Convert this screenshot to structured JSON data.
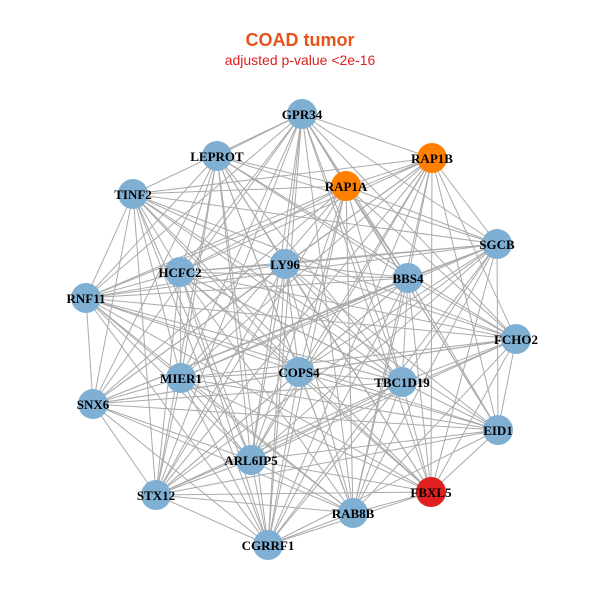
{
  "title": "COAD tumor",
  "subtitle": "adjusted p-value <2e-16",
  "colors": {
    "title": "#e8521a",
    "subtitle": "#e0201c",
    "edge": "#aaaaaa",
    "node_default": "#7fb0d4",
    "node_orange": "#ff8000",
    "node_red": "#e02020"
  },
  "nodes": [
    {
      "id": "GPR34",
      "color": "node_default"
    },
    {
      "id": "RAP1B",
      "color": "node_orange"
    },
    {
      "id": "LEPROT",
      "color": "node_default"
    },
    {
      "id": "RAP1A",
      "color": "node_orange"
    },
    {
      "id": "TINF2",
      "color": "node_default"
    },
    {
      "id": "SGCB",
      "color": "node_default"
    },
    {
      "id": "LY96",
      "color": "node_default"
    },
    {
      "id": "HCFC2",
      "color": "node_default"
    },
    {
      "id": "BBS4",
      "color": "node_default"
    },
    {
      "id": "RNF11",
      "color": "node_default"
    },
    {
      "id": "FCHO2",
      "color": "node_default"
    },
    {
      "id": "COPS4",
      "color": "node_default"
    },
    {
      "id": "MIER1",
      "color": "node_default"
    },
    {
      "id": "TBC1D19",
      "color": "node_default"
    },
    {
      "id": "SNX6",
      "color": "node_default"
    },
    {
      "id": "EID1",
      "color": "node_default"
    },
    {
      "id": "ARL6IP5",
      "color": "node_default"
    },
    {
      "id": "FBXL5",
      "color": "node_red"
    },
    {
      "id": "STX12",
      "color": "node_default"
    },
    {
      "id": "RAB8B",
      "color": "node_default"
    },
    {
      "id": "CGRRF1",
      "color": "node_default"
    }
  ]
}
